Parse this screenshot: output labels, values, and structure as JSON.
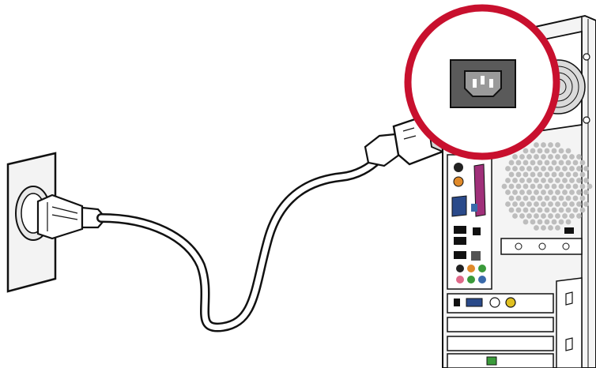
{
  "illustration": {
    "components": [
      "wall-outlet",
      "power-plug",
      "power-cable",
      "iec-connector",
      "computer-tower",
      "power-inlet-callout"
    ],
    "colors": {
      "outline": "#111111",
      "callout_ring": "#c8102e",
      "inlet_panel": "#5a5a5a",
      "inlet_socket": "#9a9a9a",
      "outlet_face": "#e9e9e9",
      "tower_body": "#f4f4f4",
      "fan_grille": "#bdbdbd",
      "parallel_port": "#a0307a",
      "vga_port": "#2a4a8a",
      "audio_orange": "#e08a2a",
      "audio_green": "#3a9a3a",
      "audio_pink": "#e06a8a",
      "audio_blue": "#3a6aaa",
      "tv_out_yellow": "#e0c020"
    }
  }
}
